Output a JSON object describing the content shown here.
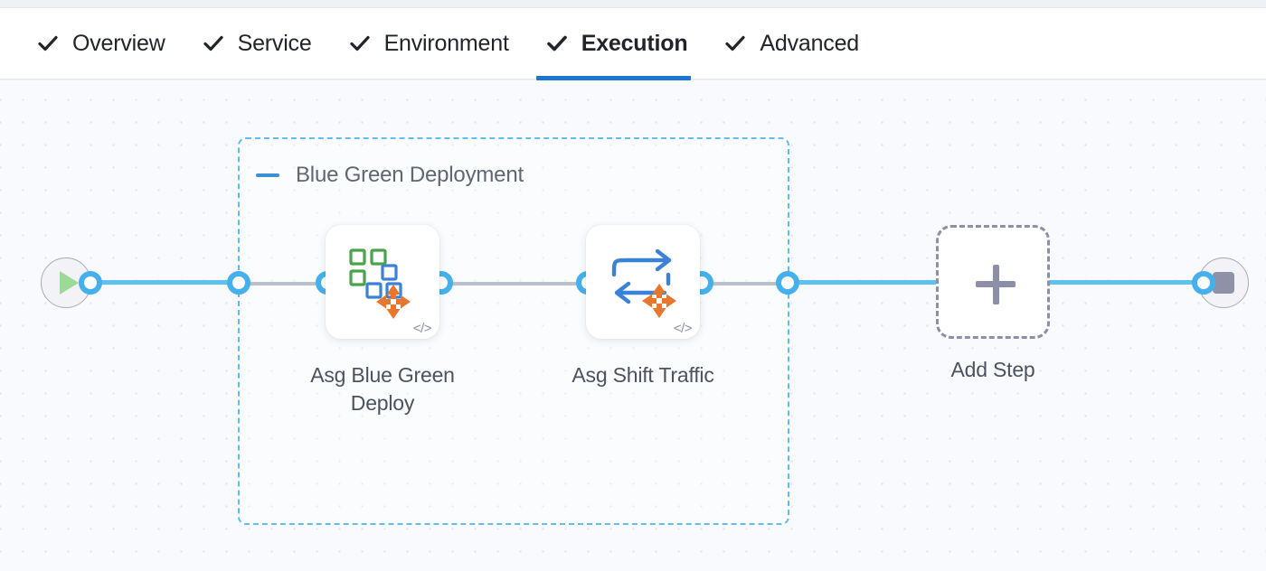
{
  "tabs": [
    {
      "label": "Overview",
      "icon": "check-icon",
      "active": false
    },
    {
      "label": "Service",
      "icon": "check-icon",
      "active": false
    },
    {
      "label": "Environment",
      "icon": "check-icon",
      "active": false
    },
    {
      "label": "Execution",
      "icon": "check-icon",
      "active": true
    },
    {
      "label": "Advanced",
      "icon": "check-icon",
      "active": false
    }
  ],
  "canvas": {
    "start_node": {
      "name": "pipeline-start",
      "icon": "play-icon"
    },
    "end_node": {
      "name": "pipeline-end",
      "icon": "stop-icon"
    },
    "group": {
      "title": "Blue Green Deployment",
      "collapse_icon": "minus-icon"
    },
    "steps": [
      {
        "label_line1": "Asg Blue Green",
        "label_line2": "Deploy",
        "icon": "asg-blue-green-deploy-icon",
        "badge": "</>"
      },
      {
        "label_line1": "Asg Shift Traffic",
        "label_line2": "",
        "icon": "asg-shift-traffic-icon",
        "badge": "</>"
      }
    ],
    "add_step": {
      "label": "Add Step",
      "icon": "plus-icon"
    }
  },
  "colors": {
    "tab_active_underline": "#1f73d1",
    "edge_blue": "#5ec2f0",
    "ring_blue": "#45b0ec",
    "group_border": "#62bdee",
    "dashed_edge_gray": "#b9bfcb",
    "icon_orange": "#e8762c",
    "icon_green": "#4aa34a",
    "icon_blue": "#3b82d6",
    "play_green": "#9adb95",
    "stop_gray": "#8f91a8",
    "canvas_bg": "#f8fafd",
    "text_dark": "#21242b",
    "text_gray": "#4c525e"
  }
}
